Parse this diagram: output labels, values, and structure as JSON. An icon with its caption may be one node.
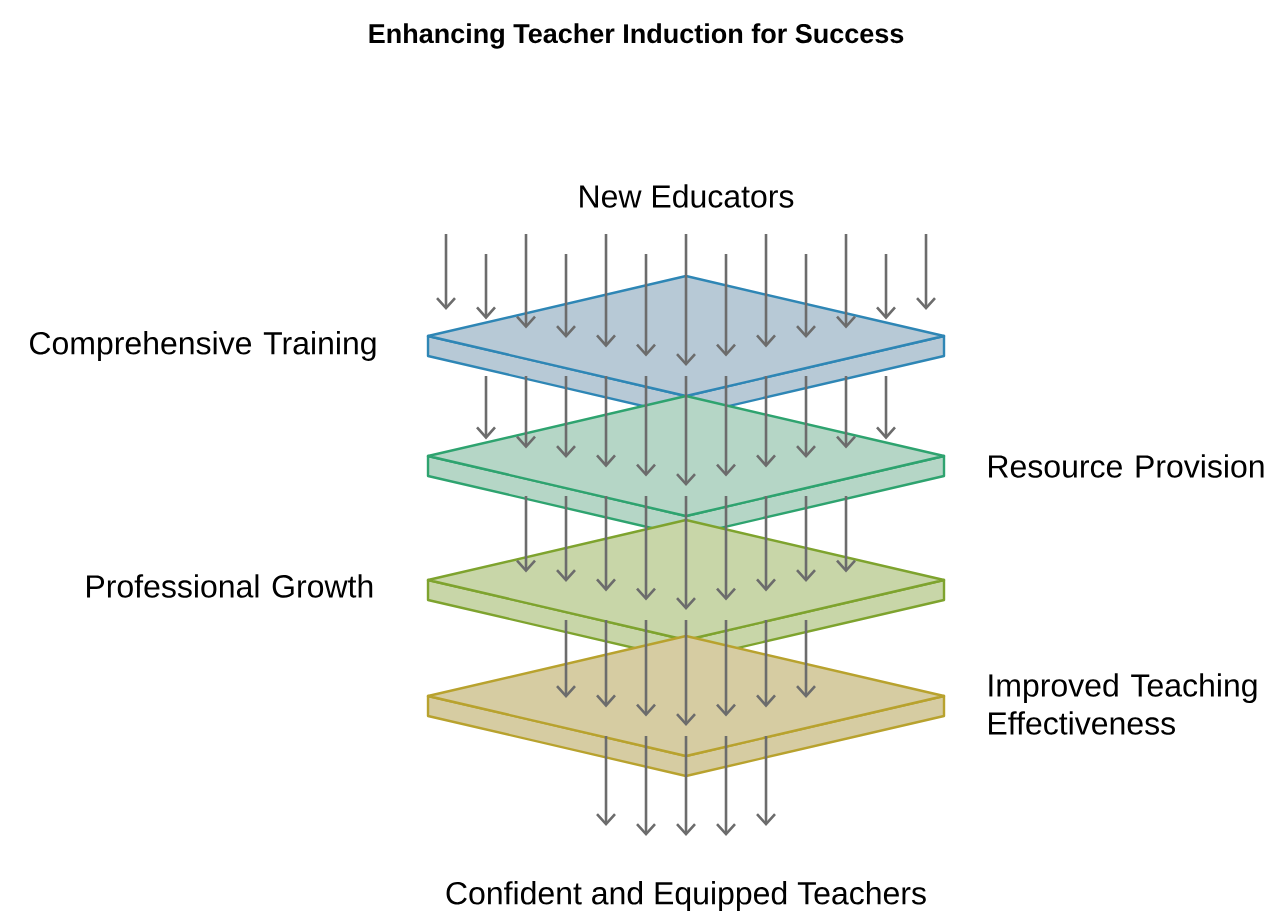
{
  "diagram": {
    "title": "Enhancing Teacher Induction for Success",
    "nodes": [
      {
        "text": [],
        "shape": "box",
        "beside": [
          "Comprehensive Training"
        ]
      },
      {
        "text": [],
        "shape": "box",
        "beside": [
          "Resource Provision"
        ]
      },
      {
        "text": [],
        "shape": "box",
        "beside": [
          "Professional Growth"
        ]
      },
      {
        "text": [],
        "shape": "box",
        "beside": [
          "Improved Teaching Effectiveness"
        ]
      }
    ],
    "edges": [
      {
        "from": null,
        "to": 0,
        "arrow": "to"
      },
      {
        "from": null,
        "to": 0,
        "arrow": "to"
      },
      {
        "from": null,
        "to": 0,
        "arrow": "to"
      },
      {
        "from": null,
        "to": 0,
        "arrow": "to"
      },
      {
        "from": null,
        "to": 0,
        "arrow": "to"
      },
      {
        "from": null,
        "to": 0,
        "arrow": "to"
      },
      {
        "from": null,
        "to": 0,
        "arrow": "to"
      },
      {
        "from": null,
        "to": 0,
        "arrow": "to"
      },
      {
        "from": null,
        "to": 0,
        "arrow": "to"
      },
      {
        "from": null,
        "to": 0,
        "arrow": "to"
      },
      {
        "from": null,
        "to": 0,
        "arrow": "to"
      },
      {
        "from": null,
        "to": 0,
        "arrow": "to"
      },
      {
        "from": null,
        "to": 0,
        "arrow": "to"
      },
      {
        "from": 0,
        "to": 1,
        "arrow": "to"
      },
      {
        "from": 0,
        "to": 1,
        "arrow": "to"
      },
      {
        "from": 0,
        "to": 1,
        "arrow": "to"
      },
      {
        "from": 0,
        "to": 1,
        "arrow": "to"
      },
      {
        "from": 0,
        "to": 1,
        "arrow": "to"
      },
      {
        "from": 0,
        "to": 1,
        "arrow": "to"
      },
      {
        "from": 0,
        "to": 1,
        "arrow": "to"
      },
      {
        "from": 0,
        "to": 1,
        "arrow": "to"
      },
      {
        "from": 0,
        "to": 1,
        "arrow": "to"
      },
      {
        "from": 0,
        "to": 1,
        "arrow": "to"
      },
      {
        "from": 0,
        "to": 1,
        "arrow": "to"
      },
      {
        "from": 1,
        "to": 2,
        "arrow": "to"
      },
      {
        "from": 1,
        "to": 2,
        "arrow": "to"
      },
      {
        "from": 1,
        "to": 2,
        "arrow": "to"
      },
      {
        "from": 1,
        "to": 2,
        "arrow": "to"
      },
      {
        "from": 1,
        "to": 2,
        "arrow": "to"
      },
      {
        "from": 1,
        "to": 2,
        "arrow": "to"
      },
      {
        "from": 1,
        "to": 2,
        "arrow": "to"
      },
      {
        "from": 1,
        "to": 2,
        "arrow": "to"
      },
      {
        "from": 1,
        "to": 2,
        "arrow": "to"
      },
      {
        "from": 2,
        "to": 3,
        "arrow": "to"
      },
      {
        "from": 2,
        "to": 3,
        "arrow": "to"
      },
      {
        "from": 2,
        "to": 3,
        "arrow": "to"
      },
      {
        "from": 2,
        "to": 3,
        "arrow": "to"
      },
      {
        "from": 2,
        "to": 3,
        "arrow": "to"
      },
      {
        "from": 2,
        "to": 3,
        "arrow": "to"
      },
      {
        "from": 2,
        "to": 3,
        "arrow": "to"
      },
      {
        "from": 3,
        "to": null,
        "arrow": "to"
      },
      {
        "from": 3,
        "to": null,
        "arrow": "to"
      },
      {
        "from": 3,
        "to": null,
        "arrow": "to"
      },
      {
        "from": 3,
        "to": null,
        "arrow": "to"
      },
      {
        "from": 3,
        "to": null,
        "arrow": "to"
      }
    ],
    "labels": [
      "New Educators",
      "Confident and Equipped Teachers"
    ]
  }
}
